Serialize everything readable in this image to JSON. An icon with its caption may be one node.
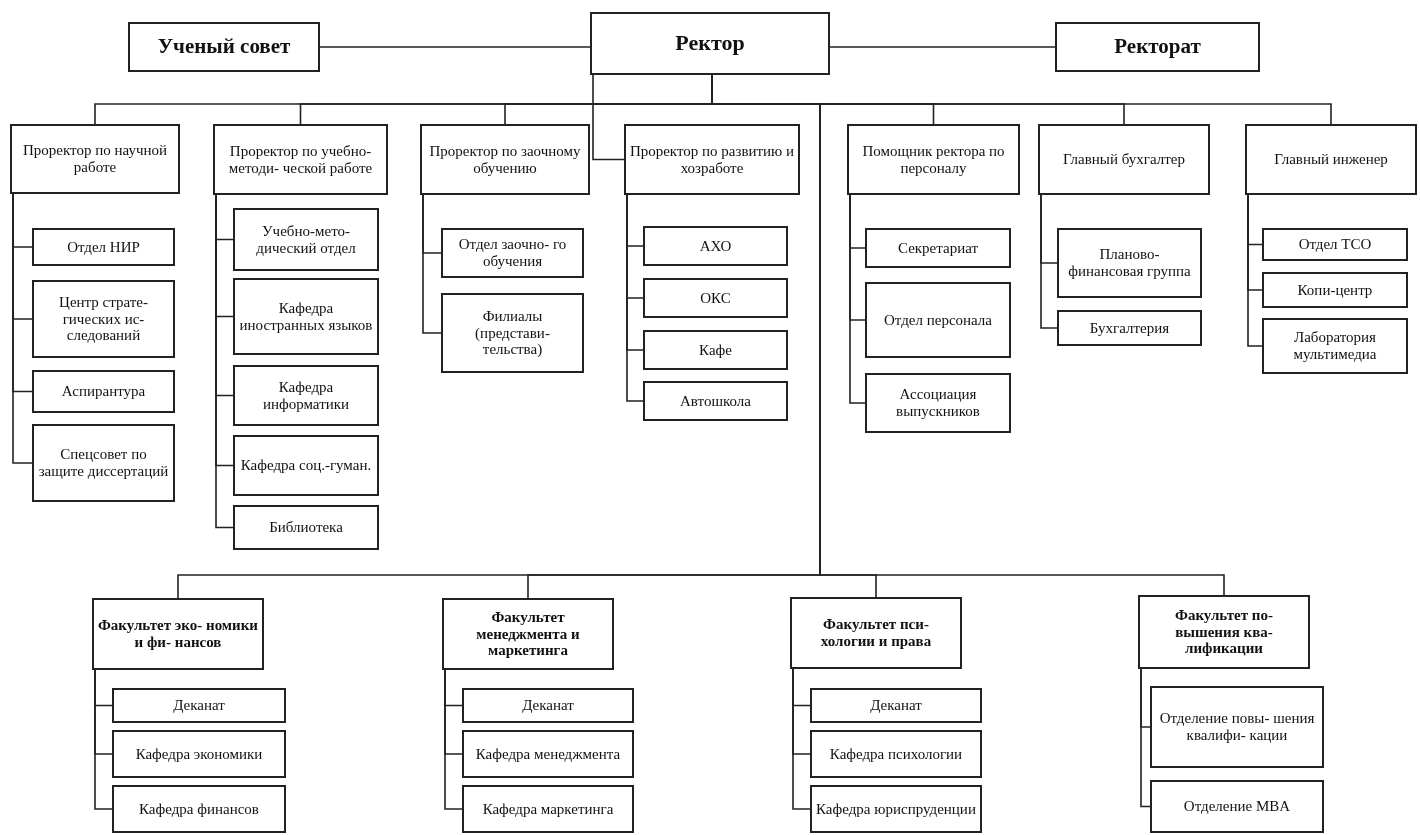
{
  "diagram": {
    "nodes": [
      {
        "text": [
          "Ученый совет"
        ]
      },
      {
        "text": [
          "Ректор"
        ]
      },
      {
        "text": [
          "Ректорат"
        ]
      },
      {
        "text": [
          "Проректор по научной работе"
        ]
      },
      {
        "text": [
          "Проректор по учебно-методи- ческой работе"
        ]
      },
      {
        "text": [
          "Проректор по заочному обучению"
        ]
      },
      {
        "text": [
          "Проректор по развитию и хозработе"
        ]
      },
      {
        "text": [
          "Помощник ректора по персоналу"
        ]
      },
      {
        "text": [
          "Главный бухгалтер"
        ]
      },
      {
        "text": [
          "Главный инженер"
        ]
      },
      {
        "text": [
          "Отдел НИР"
        ]
      },
      {
        "text": [
          "Центр страте- гических ис- следований"
        ]
      },
      {
        "text": [
          "Аспирантура"
        ]
      },
      {
        "text": [
          "Спецсовет по защите диссертаций"
        ]
      },
      {
        "text": [
          "Учебно-мето- дический отдел"
        ]
      },
      {
        "text": [
          "Кафедра иностранных языков"
        ]
      },
      {
        "text": [
          "Кафедра информатики"
        ]
      },
      {
        "text": [
          "Кафедра соц.-гуман."
        ]
      },
      {
        "text": [
          "Библиотека"
        ]
      },
      {
        "text": [
          "Отдел заочно- го обучения"
        ]
      },
      {
        "text": [
          "Филиалы (представи- тельства)"
        ]
      },
      {
        "text": [
          "АХО"
        ]
      },
      {
        "text": [
          "ОКС"
        ]
      },
      {
        "text": [
          "Кафе"
        ]
      },
      {
        "text": [
          "Автошкола"
        ]
      },
      {
        "text": [
          "Секретариат"
        ]
      },
      {
        "text": [
          "Отдел персонала"
        ]
      },
      {
        "text": [
          "Ассоциация выпускников"
        ]
      },
      {
        "text": [
          "Планово- финансовая группа"
        ]
      },
      {
        "text": [
          "Бухгалтерия"
        ]
      },
      {
        "text": [
          "Отдел ТСО"
        ]
      },
      {
        "text": [
          "Копи-центр"
        ]
      },
      {
        "text": [
          "Лаборатория мультимедиа"
        ]
      },
      {
        "text": [
          "Факультет эко- номики и фи- нансов"
        ]
      },
      {
        "text": [
          "Деканат"
        ]
      },
      {
        "text": [
          "Кафедра экономики"
        ]
      },
      {
        "text": [
          "Кафедра финансов"
        ]
      },
      {
        "text": [
          "Факультет менеджмента и маркетинга"
        ]
      },
      {
        "text": [
          "Деканат"
        ]
      },
      {
        "text": [
          "Кафедра менеджмента"
        ]
      },
      {
        "text": [
          "Кафедра маркетинга"
        ]
      },
      {
        "text": [
          "Факультет пси- хологии и права"
        ]
      },
      {
        "text": [
          "Деканат"
        ]
      },
      {
        "text": [
          "Кафедра психологии"
        ]
      },
      {
        "text": [
          "Кафедра юриспруденции"
        ]
      },
      {
        "text": [
          "Факультет по- вышения ква- лификации"
        ]
      },
      {
        "text": [
          "Отделение повы- шения квалифи- кации"
        ]
      },
      {
        "text": [
          "Отделение MBA"
        ]
      }
    ],
    "edges": [
      {
        "from": 0,
        "to": 1,
        "arrow": "none"
      },
      {
        "from": 1,
        "to": 2,
        "arrow": "none"
      },
      {
        "from": 1,
        "to": 3,
        "arrow": "none"
      },
      {
        "from": 1,
        "to": 4,
        "arrow": "none"
      },
      {
        "from": 1,
        "to": 5,
        "arrow": "none"
      },
      {
        "from": 1,
        "to": 6,
        "arrow": "none"
      },
      {
        "from": 1,
        "to": 7,
        "arrow": "none"
      },
      {
        "from": 1,
        "to": 8,
        "arrow": "none"
      },
      {
        "from": 1,
        "to": 9,
        "arrow": "none"
      },
      {
        "from": 3,
        "to": 10,
        "arrow": "none"
      },
      {
        "from": 3,
        "to": 11,
        "arrow": "none"
      },
      {
        "from": 3,
        "to": 12,
        "arrow": "none"
      },
      {
        "from": 3,
        "to": 13,
        "arrow": "none"
      },
      {
        "from": 4,
        "to": 14,
        "arrow": "none"
      },
      {
        "from": 4,
        "to": 15,
        "arrow": "none"
      },
      {
        "from": 4,
        "to": 16,
        "arrow": "none"
      },
      {
        "from": 4,
        "to": 17,
        "arrow": "none"
      },
      {
        "from": 4,
        "to": 18,
        "arrow": "none"
      },
      {
        "from": 5,
        "to": 19,
        "arrow": "none"
      },
      {
        "from": 5,
        "to": 20,
        "arrow": "none"
      },
      {
        "from": 6,
        "to": 21,
        "arrow": "none"
      },
      {
        "from": 6,
        "to": 22,
        "arrow": "none"
      },
      {
        "from": 6,
        "to": 23,
        "arrow": "none"
      },
      {
        "from": 6,
        "to": 24,
        "arrow": "none"
      },
      {
        "from": 7,
        "to": 25,
        "arrow": "none"
      },
      {
        "from": 7,
        "to": 26,
        "arrow": "none"
      },
      {
        "from": 7,
        "to": 27,
        "arrow": "none"
      },
      {
        "from": 8,
        "to": 28,
        "arrow": "none"
      },
      {
        "from": 8,
        "to": 29,
        "arrow": "none"
      },
      {
        "from": 9,
        "to": 30,
        "arrow": "none"
      },
      {
        "from": 9,
        "to": 31,
        "arrow": "none"
      },
      {
        "from": 9,
        "to": 32,
        "arrow": "none"
      },
      {
        "from": 1,
        "to": 33,
        "arrow": "none"
      },
      {
        "from": 1,
        "to": 37,
        "arrow": "none"
      },
      {
        "from": 1,
        "to": 41,
        "arrow": "none"
      },
      {
        "from": 1,
        "to": 45,
        "arrow": "none"
      },
      {
        "from": 33,
        "to": 34,
        "arrow": "none"
      },
      {
        "from": 33,
        "to": 35,
        "arrow": "none"
      },
      {
        "from": 33,
        "to": 36,
        "arrow": "none"
      },
      {
        "from": 37,
        "to": 38,
        "arrow": "none"
      },
      {
        "from": 37,
        "to": 39,
        "arrow": "none"
      },
      {
        "from": 37,
        "to": 40,
        "arrow": "none"
      },
      {
        "from": 41,
        "to": 42,
        "arrow": "none"
      },
      {
        "from": 41,
        "to": 43,
        "arrow": "none"
      },
      {
        "from": 41,
        "to": 44,
        "arrow": "none"
      },
      {
        "from": 45,
        "to": 46,
        "arrow": "none"
      },
      {
        "from": 45,
        "to": 47,
        "arrow": "none"
      }
    ]
  }
}
